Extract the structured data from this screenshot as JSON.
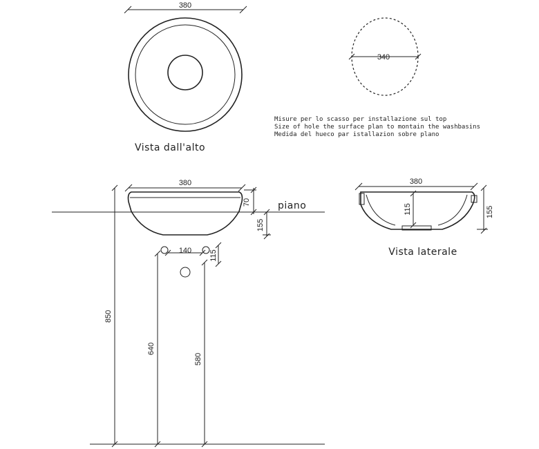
{
  "top_view": {
    "width_dim": "380",
    "caption": "Vista dall'alto"
  },
  "cutout": {
    "diameter_dim": "340",
    "note_it": "Misure per lo scasso per installazione sul top",
    "note_en": "Size of hole the surface plan to montain the washbasins",
    "note_es": "Medida del hueco par istallazion sobre plano"
  },
  "front_view": {
    "width_dim": "380",
    "rim_height_dim": "70",
    "plane_label": "piano",
    "below_plane_dim": "155",
    "hole_spacing_dim": "140",
    "hole_height_dim": "115",
    "total_height_dim": "850",
    "height_640_dim": "640",
    "height_580_dim": "580"
  },
  "side_view": {
    "width_dim": "380",
    "inner_depth_dim": "115",
    "depth_dim": "155",
    "caption": "Vista laterale"
  }
}
